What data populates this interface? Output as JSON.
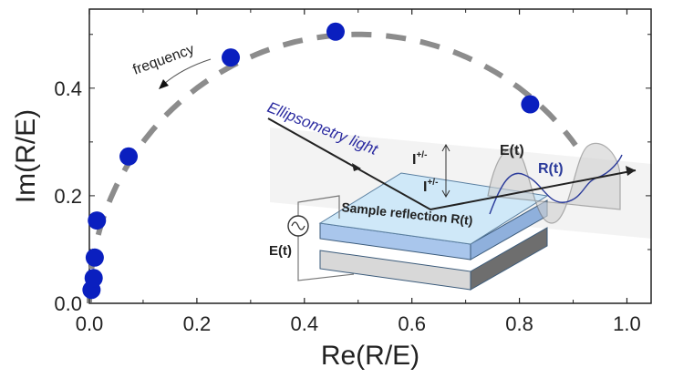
{
  "chart_data": {
    "type": "scatter",
    "title": "",
    "xlabel": "Re(R/E)",
    "ylabel": "Im(R/E)",
    "xlim": [
      0,
      1.045
    ],
    "ylim": [
      0,
      0.547
    ],
    "xticks": [
      "0.0",
      "0.2",
      "0.4",
      "0.6",
      "0.8",
      "1.0"
    ],
    "xtick_values": [
      0,
      0.2,
      0.4,
      0.6,
      0.8,
      1.0
    ],
    "yticks": [
      "0.0",
      "0.2",
      "0.4"
    ],
    "ytick_values": [
      0,
      0.2,
      0.4
    ],
    "grid": false,
    "series": [
      {
        "name": "data",
        "color": "#0a1fbf",
        "x": [
          0.004,
          0.008,
          0.01,
          0.014,
          0.073,
          0.263,
          0.458,
          0.82
        ],
        "y": [
          0.025,
          0.047,
          0.085,
          0.154,
          0.273,
          0.457,
          0.505,
          0.37
        ]
      },
      {
        "name": "fit",
        "style": "dashed",
        "color": "#8c8c8c",
        "center": [
          0.5,
          0
        ],
        "radius": 0.5
      }
    ],
    "annotations": {
      "frequency": "frequency",
      "light": "Ellipsometry light",
      "i_top": "I",
      "i_top_sup": "+/-",
      "i_bottom": "I",
      "i_bottom_sup": "+/-",
      "e_wave": "E(t)",
      "r_wave": "R(t)",
      "sample": "Sample reflection R(t)",
      "source": "E(t)"
    }
  }
}
